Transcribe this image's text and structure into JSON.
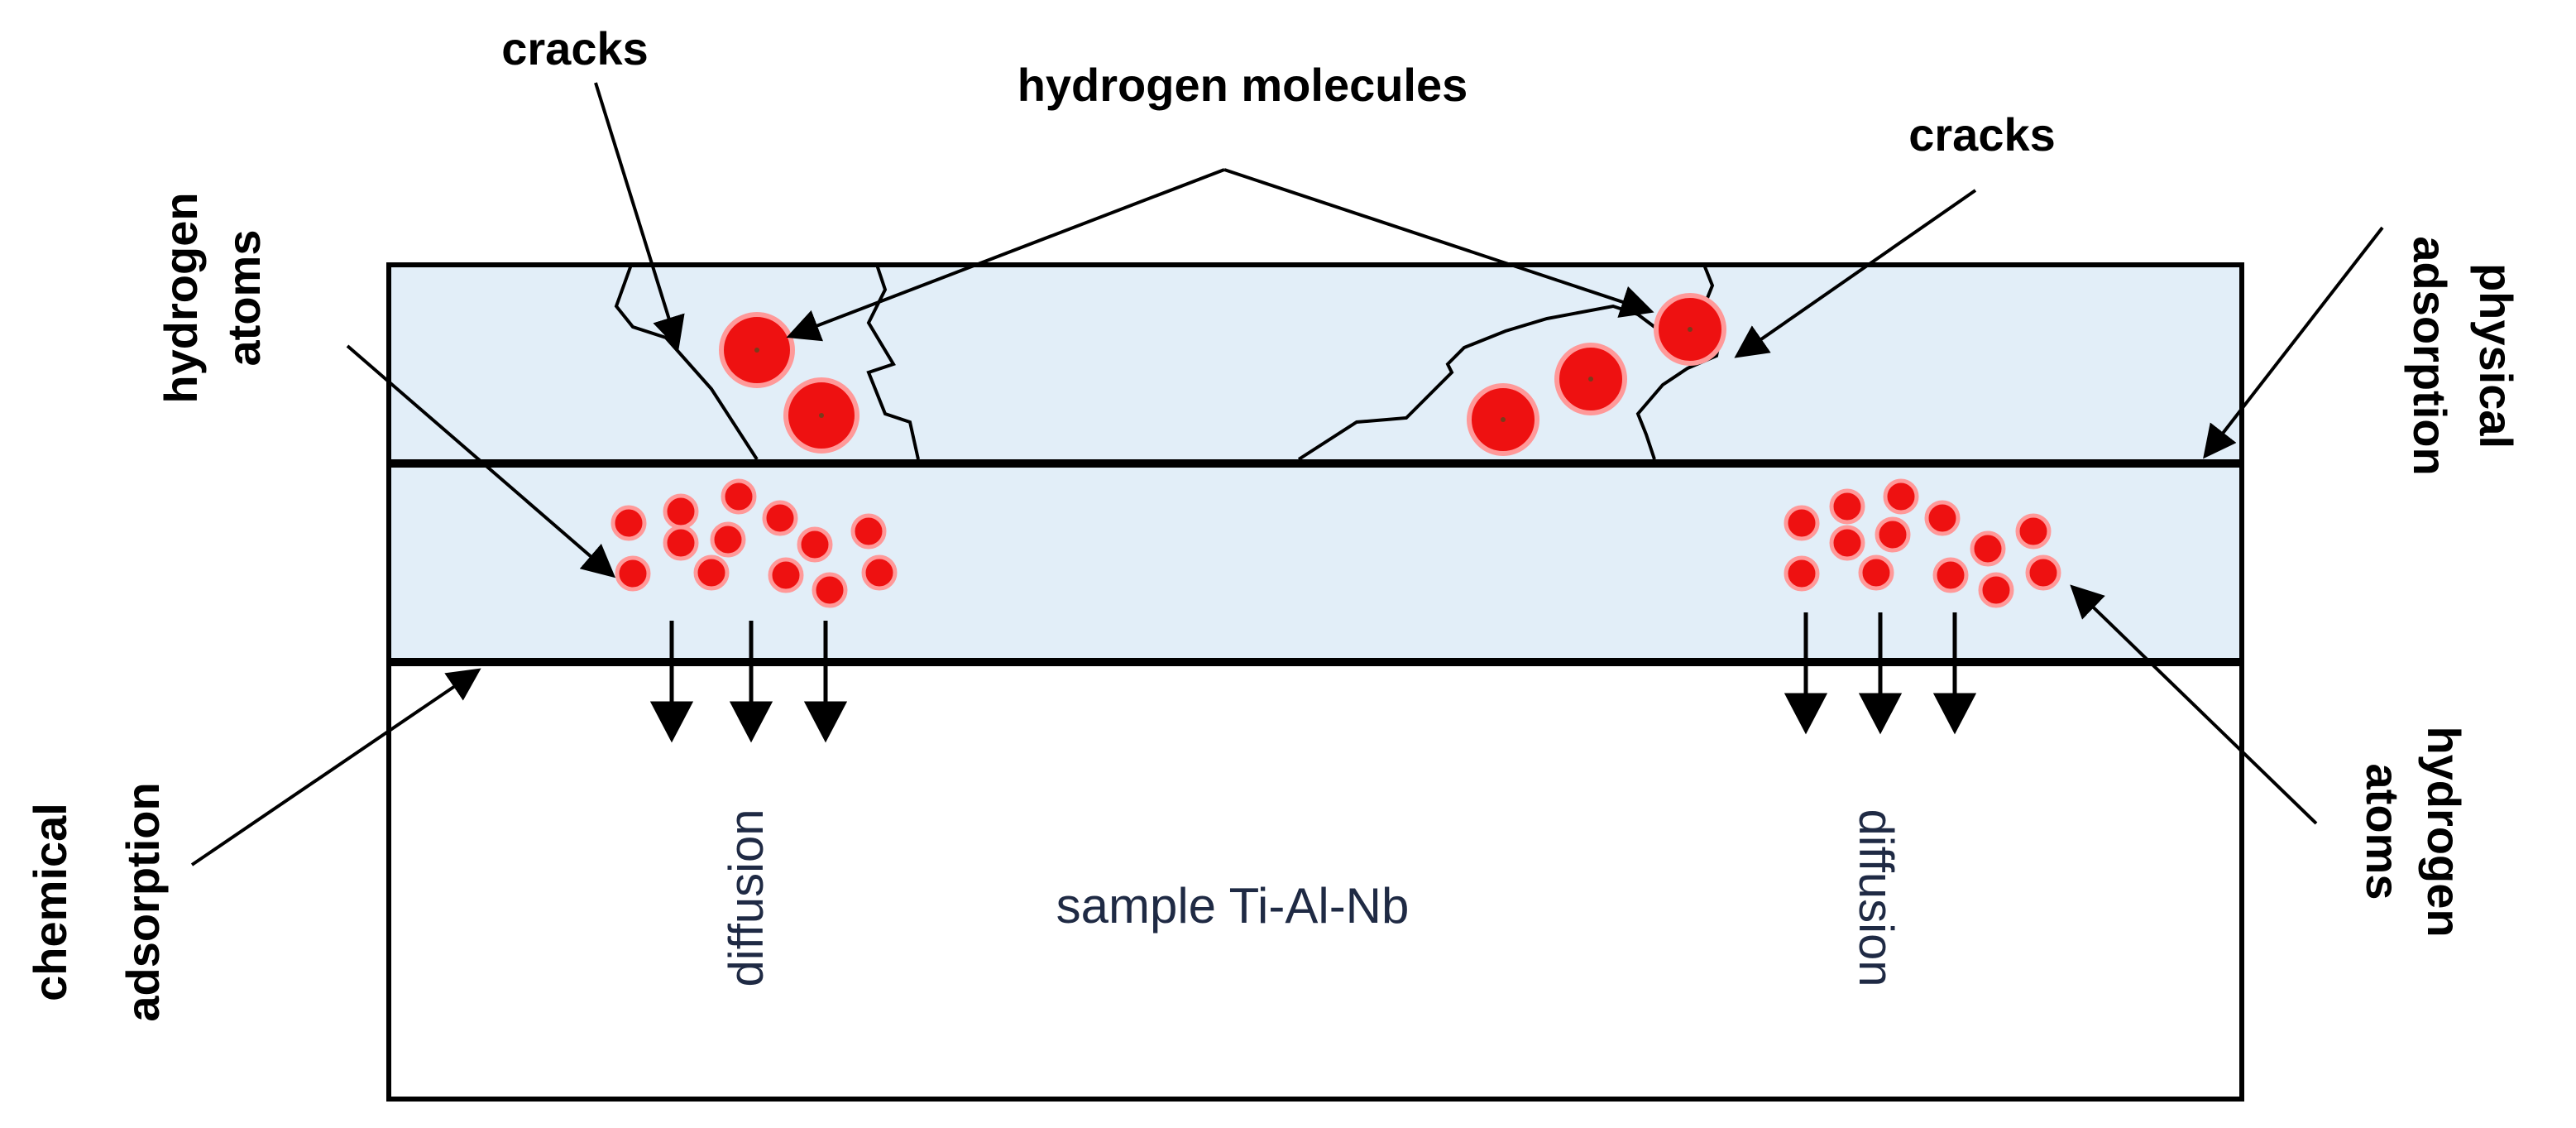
{
  "labels": {
    "cracks_left": "cracks",
    "hydrogen_molecules": "hydrogen molecules",
    "cracks_right": "cracks",
    "physical_adsorption_line1": "physical",
    "physical_adsorption_line2": "adsorption",
    "hydrogen_atoms_left_line1": "hydrogen",
    "hydrogen_atoms_left_line2": "atoms",
    "hydrogen_atoms_right_line1": "hydrogen",
    "hydrogen_atoms_right_line2": "atoms",
    "chemical_adsorption_line1": "chemical",
    "chemical_adsorption_line2": "adsorption",
    "diffusion_left": "diffusion",
    "diffusion_right": "diffusion",
    "sample": "sample Ti-Al-Nb"
  },
  "colors": {
    "layer_fill": "#e2eef8",
    "hydrogen": "#ee1111",
    "outline": "#000000",
    "text": "#1f2a44"
  }
}
